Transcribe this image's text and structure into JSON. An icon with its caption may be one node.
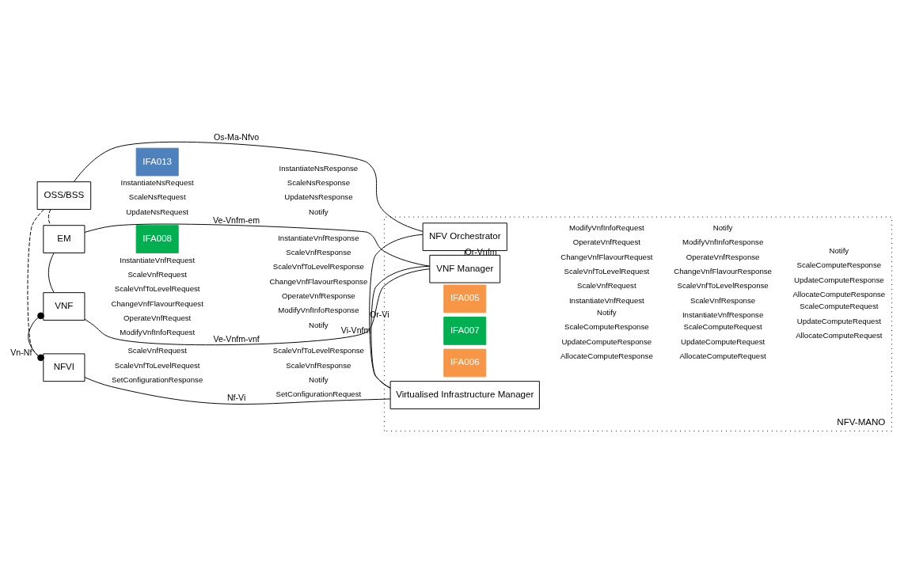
{
  "diagram": {
    "nodes": [
      {
        "text": [
          "OSS/BSS"
        ]
      },
      {
        "text": [
          "IFA013"
        ]
      },
      {
        "text": [
          "NFV-MANO"
        ]
      },
      {
        "text": [
          "NFV Orchestrator"
        ],
        "in": 2
      },
      {
        "text": [
          "IFA007"
        ],
        "in": 2
      },
      {
        "text": [
          "EM"
        ]
      },
      {
        "text": [
          "IFA008"
        ]
      },
      {
        "text": [
          "VNF Manager"
        ],
        "in": 2
      },
      {
        "text": [
          "IFA006"
        ],
        "in": 2
      },
      {
        "text": [
          "IFA005"
        ],
        "in": 2
      },
      {
        "text": [
          "VNF"
        ]
      },
      {
        "text": [
          "NFVI"
        ]
      },
      {
        "text": [
          "Virtualised Infrastructure Manager"
        ],
        "in": 2
      }
    ],
    "edges": [
      {
        "from": 0,
        "to": 3,
        "arrow": "none",
        "label": "Os-Ma-Nfvo"
      },
      {
        "from": 0,
        "to": 11,
        "arrow": "none",
        "style": "dashed"
      },
      {
        "from": 0,
        "to": 5,
        "arrow": "none",
        "style": "dashed"
      },
      {
        "from": 3,
        "to": 7,
        "arrow": "none",
        "label": "Or-Vnfm"
      },
      {
        "from": 3,
        "to": 12,
        "arrow": "none",
        "label": "Or-Vi"
      },
      {
        "from": 5,
        "to": 7,
        "arrow": "none",
        "label": "Ve-Vnfm-em"
      },
      {
        "from": 5,
        "to": 10,
        "arrow": "none"
      },
      {
        "from": 10,
        "to": 7,
        "arrow": "none",
        "label": "Ve-Vnfm-vnf"
      },
      {
        "from": 10,
        "to": 11,
        "arrow": "other",
        "label": "Vn-Nf"
      },
      {
        "from": 7,
        "to": 12,
        "arrow": "none",
        "label": "Vi-Vnfm"
      },
      {
        "from": 11,
        "to": 12,
        "arrow": "none",
        "label": "Nf-Vi"
      }
    ],
    "labels": [
      "InstantiateNsRequest",
      "ScaleNsRequest",
      "UpdateNsRequest",
      "InstantiateNsResponse",
      "ScaleNsResponse",
      "UpdateNsResponse",
      "Notify",
      "InstantiateVnfRequest",
      "ScaleVnfRequest",
      "ScaleVnfToLevelRequest",
      "ChangeVnfFlavourRequest",
      "OperateVnfRequest",
      "ModifyVnfInfoRequest",
      "InstantiateVnfResponse",
      "ScaleVnfResponse",
      "ScaleVnfToLevelResponse",
      "ChangeVnfFlavourResponse",
      "OperateVnfResponse",
      "ModifyVnfInfoResponse",
      "Notify",
      "InstantiateVnfRequest",
      "ScaleVnfRequest",
      "ScaleVnfToLevelRequest",
      "ChangeVnfFlavourRequest",
      "OperateVnfRequest",
      "ModifyVnfInfoRequest",
      "InstantiateVnfResponse",
      "ScaleVnfResponse",
      "ScaleVnfToLevelResponse",
      "ChangeVnfFlavourResponse",
      "OperateVnfResponse",
      "ModifyVnfInfoResponse",
      "Notify",
      "ScaleVnfRequest",
      "ScaleVnfToLevelRequest",
      "SetConfigurationResponse",
      "ScaleVnfToLevelResponse",
      "ScaleVnfResponse",
      "Notify",
      "SetConfigurationRequest",
      "AllocateComputeResponse",
      "UpdateComputeResponse",
      "ScaleComputeResponse",
      "Notify",
      "AllocateComputeRequest",
      "UpdateComputeRequest",
      "ScaleComputeRequest",
      "AllocateComputeRequest",
      "UpdateComputeRequest",
      "ScaleComputeRequest",
      "AllocateComputeResponse",
      "UpdateComputeResponse",
      "ScaleComputeResponse",
      "Notify"
    ]
  }
}
